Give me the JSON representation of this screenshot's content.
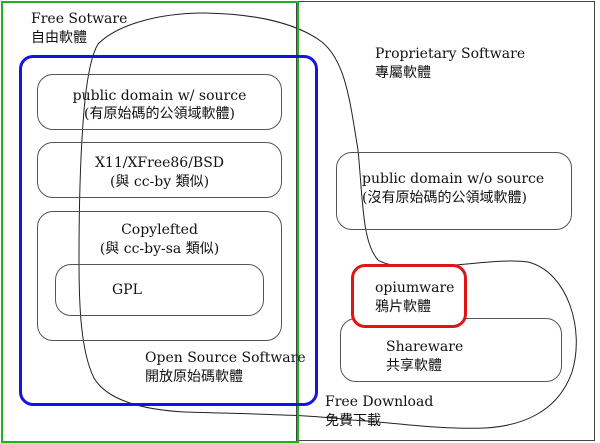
{
  "regions": {
    "free_software": {
      "title_en": "Free Sotware",
      "title_zh": "自由軟體",
      "border_color": "#22b022"
    },
    "open_source": {
      "title_en": "Open Source Software",
      "title_zh": "開放原始碼軟體",
      "border_color": "#1414e0"
    },
    "proprietary": {
      "title_en": "Proprietary Software",
      "title_zh": "專屬軟體",
      "border_color": "#444444"
    },
    "free_download": {
      "title_en": "Free Download",
      "title_zh": "免費下載"
    }
  },
  "boxes": {
    "public_domain_source": {
      "en": "public domain w/ source",
      "zh": "(有原始碼的公領域軟體)"
    },
    "x11_bsd": {
      "en": "X11/XFree86/BSD",
      "zh": "(與 cc-by 類似)"
    },
    "copylefted": {
      "en": "Copylefted",
      "zh": "(與 cc-by-sa 類似)"
    },
    "gpl": {
      "en": "GPL"
    },
    "public_domain_no_source": {
      "en": "public domain w/o source",
      "zh": "(沒有原始碼的公領域軟體)"
    },
    "opiumware": {
      "en": "opiumware",
      "zh": "鴉片軟體",
      "border_color": "#e01414"
    },
    "shareware": {
      "en": "Shareware",
      "zh": "共享軟體"
    }
  }
}
